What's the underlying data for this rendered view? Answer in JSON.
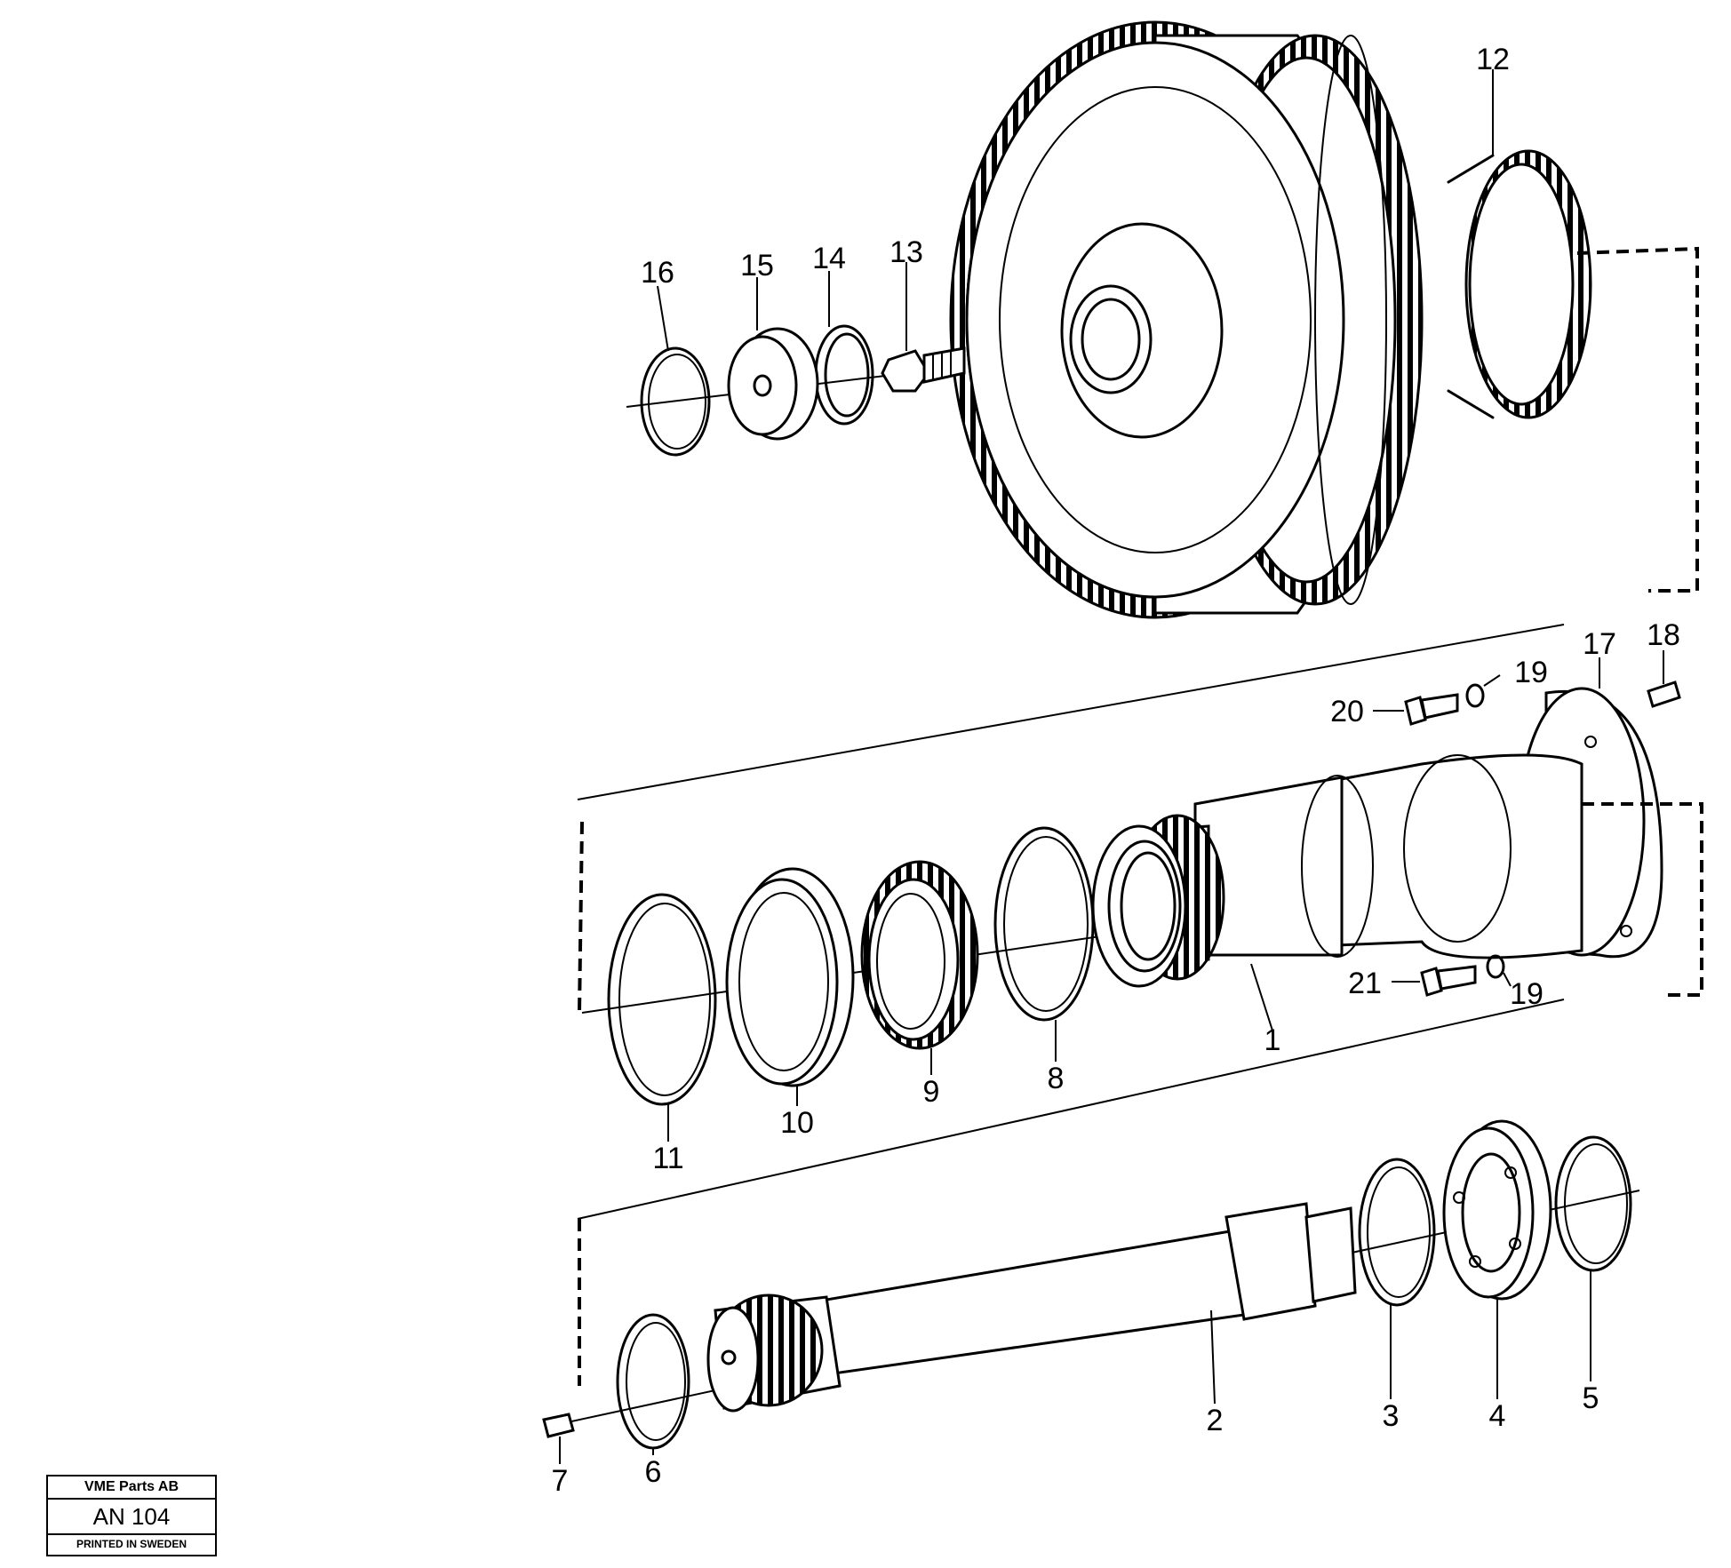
{
  "diagram": {
    "callouts": [
      "1",
      "2",
      "3",
      "4",
      "5",
      "6",
      "7",
      "8",
      "9",
      "10",
      "11",
      "12",
      "13",
      "14",
      "15",
      "16",
      "17",
      "18",
      "19",
      "19",
      "20",
      "21"
    ]
  },
  "stamp": {
    "company": "VME Parts AB",
    "code": "AN 104",
    "printed": "PRINTED IN SWEDEN"
  }
}
